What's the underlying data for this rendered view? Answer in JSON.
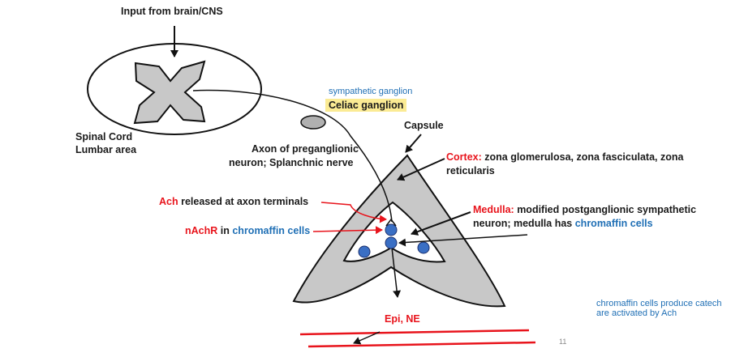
{
  "labels": {
    "input": "Input from brain/CNS",
    "spinal_cord_1": "Spinal Cord",
    "spinal_cord_2": "Lumbar area",
    "sympathetic_ganglion": "sympathetic ganglion",
    "celiac_ganglion": "Celiac ganglion",
    "capsule": "Capsule",
    "axon_1": "Axon of preganglionic",
    "axon_2": "neuron; Splanchnic nerve",
    "cortex_title": "Cortex:",
    "cortex_text_1": "zona glomerulosa, zona fasciculata, zona",
    "cortex_text_2": "reticularis",
    "ach_red": "Ach",
    "ach_rest": "released at axon terminals",
    "nachr_red": "nAchR",
    "nachr_mid": "in",
    "nachr_blue": "chromaffin cells",
    "medulla_title": "Medulla:",
    "medulla_text_1": "modified postganglionic sympathetic",
    "medulla_text_2": "neuron; medulla has",
    "medulla_blue": "chromaffin cells",
    "epi": "Epi, NE",
    "note_1": "chromaffin cells produce catech",
    "note_2": "are activated by Ach",
    "page_number": "11"
  },
  "colors": {
    "red": "#e8141c",
    "blue": "#1f6fb5",
    "gland_fill": "#c8c8c8",
    "cell_fill": "#3a6fc4",
    "highlight": "#fbeb94"
  }
}
